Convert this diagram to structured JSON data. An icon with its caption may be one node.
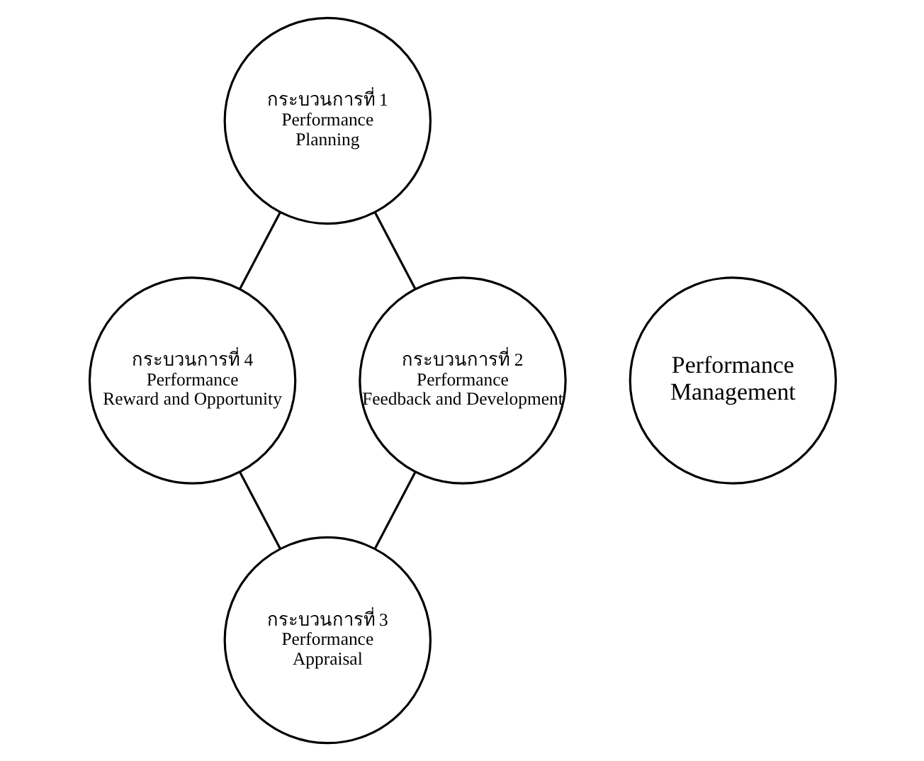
{
  "diagram": {
    "nodes": [
      {
        "text": [
          "กระบวนการที่ 1",
          "Performance Planning"
        ]
      },
      {
        "text": [
          "กระบวนการที่ 4",
          "Performance Reward and Opportunity"
        ]
      },
      {
        "text": [
          "Performance Management"
        ]
      },
      {
        "text": [
          "กระบวนการที่ 2",
          "Performance Feedback and Development"
        ]
      },
      {
        "text": [
          "กระบวนการที่ 3",
          "Performance Appraisal"
        ]
      }
    ],
    "edges": [
      {
        "from": 0,
        "to": 3,
        "arrow": "none"
      },
      {
        "from": 3,
        "to": 4,
        "arrow": "none"
      },
      {
        "from": 4,
        "to": 1,
        "arrow": "none"
      },
      {
        "from": 1,
        "to": 0,
        "arrow": "none"
      }
    ]
  }
}
